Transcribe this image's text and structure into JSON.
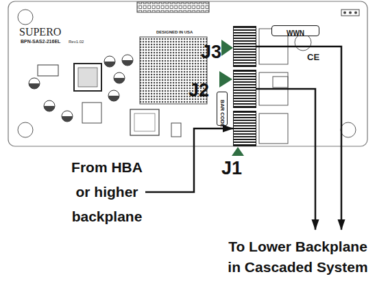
{
  "diagram": {
    "nodes": [
      {
        "text": [
          "WWN"
        ]
      },
      {
        "text": [
          "J3"
        ]
      },
      {
        "text": [
          "J2"
        ]
      },
      {
        "text": [
          "BAR CODE"
        ]
      },
      {
        "text": [
          "J1"
        ]
      },
      {
        "text": [
          "From HBA or higher backplane"
        ]
      },
      {
        "text": [
          "To Lower Backplane in Cascaded System"
        ]
      }
    ],
    "edges": [
      {
        "from": 5,
        "to": 4,
        "arrow": "to"
      },
      {
        "from": 2,
        "to": 6,
        "arrow": "to"
      },
      {
        "from": 1,
        "to": 6,
        "arrow": "to"
      }
    ],
    "labels": [
      "SUPERO",
      "BPN-SAS2-216EL",
      "Rev1.02",
      "DESIGNED IN USA",
      "CE"
    ]
  }
}
